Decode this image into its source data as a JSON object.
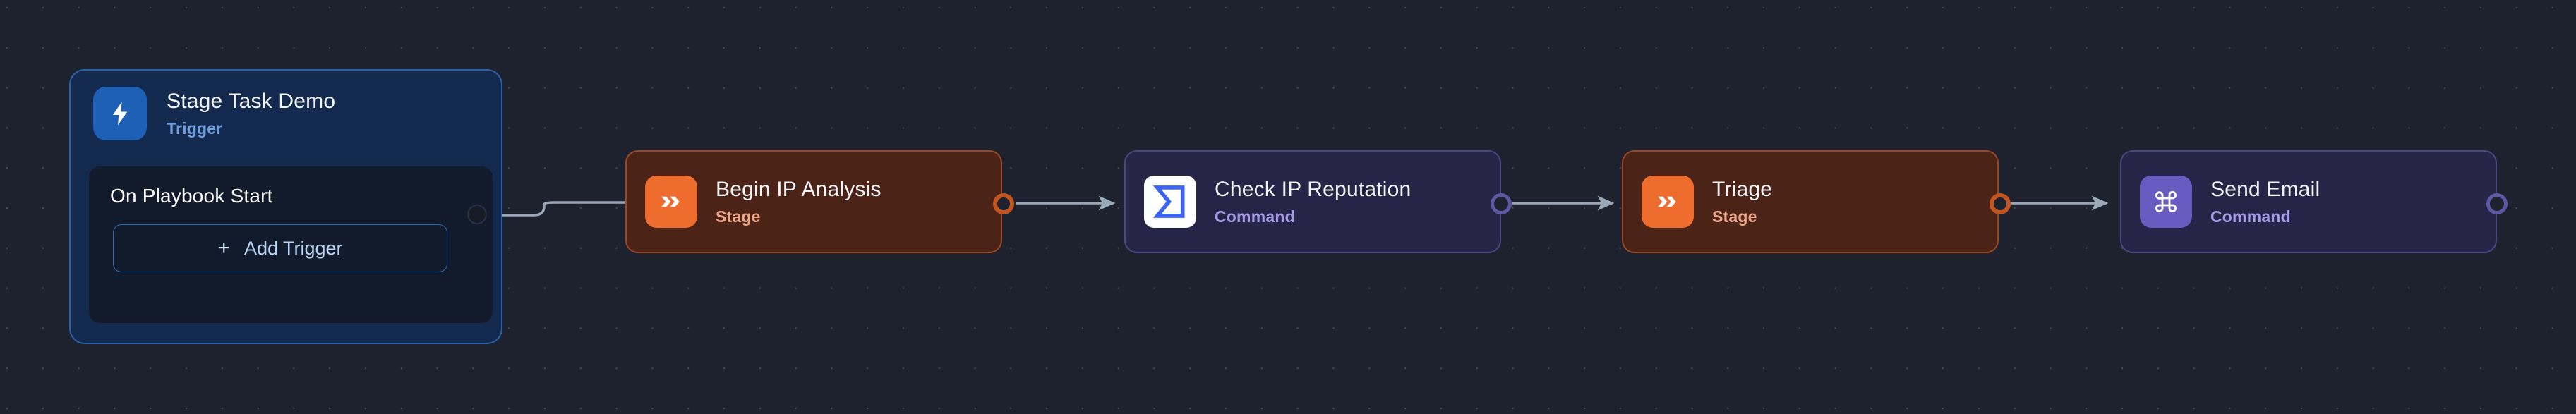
{
  "canvas": {
    "background_color": "#1e222e",
    "grid": "dot-grid"
  },
  "trigger_node": {
    "title": "Stage Task Demo",
    "subtitle": "Trigger",
    "icon": "lightning-bolt-icon",
    "accent_color": "#1d60b5",
    "panel": {
      "title": "On Playbook Start",
      "add_button_label": "Add Trigger",
      "add_button_plus": "+"
    }
  },
  "nodes": [
    {
      "id": "begin-ip-analysis",
      "title": "Begin IP Analysis",
      "subtitle": "Stage",
      "kind": "stage",
      "icon": "double-chevron-right-icon",
      "accent_color": "#ee6c2d"
    },
    {
      "id": "check-ip-reputation",
      "title": "Check IP Reputation",
      "subtitle": "Command",
      "kind": "command",
      "icon": "sigma-arrow-icon",
      "accent_color": "#3b64f5"
    },
    {
      "id": "triage",
      "title": "Triage",
      "subtitle": "Stage",
      "kind": "stage",
      "icon": "double-chevron-right-icon",
      "accent_color": "#ee6c2d"
    },
    {
      "id": "send-email",
      "title": "Send Email",
      "subtitle": "Command",
      "kind": "command",
      "icon": "command-key-icon",
      "accent_color": "#6a5bc0"
    }
  ],
  "connectors": [
    {
      "from": "on-playbook-start",
      "to": "begin-ip-analysis"
    },
    {
      "from": "begin-ip-analysis",
      "to": "check-ip-reputation"
    },
    {
      "from": "check-ip-reputation",
      "to": "triage"
    },
    {
      "from": "triage",
      "to": "send-email"
    }
  ],
  "edge_color": "#9aa8ba"
}
